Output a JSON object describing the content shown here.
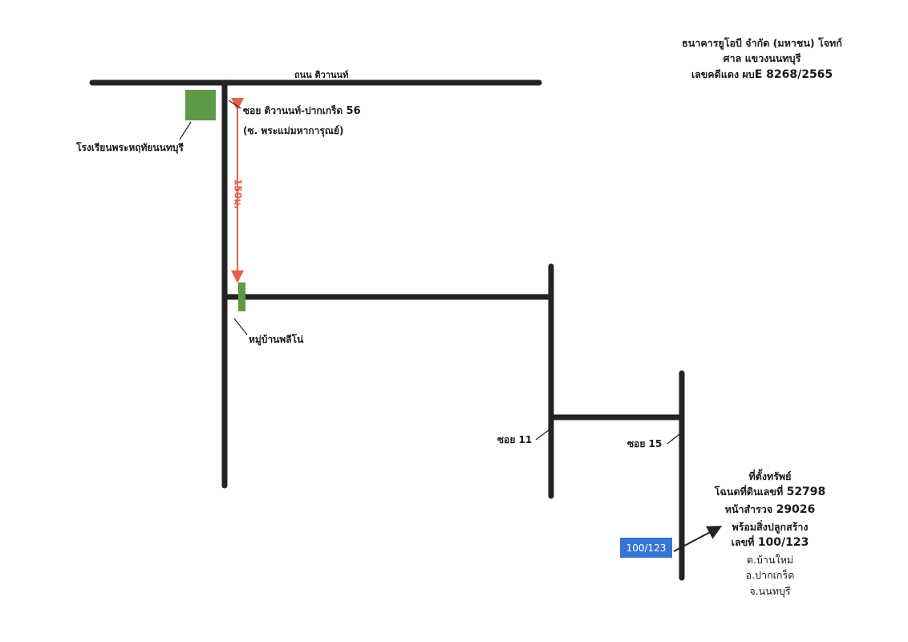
{
  "header": {
    "line1": "ธนาคารยูโอบี จำกัด (มหาชน)  โจทก์",
    "line2": "ศาล แขวงนนทบุรี",
    "line3_prefix": "เลขคดีแดง ผบ",
    "line3_number": "E 8268/2565"
  },
  "roads": {
    "main_road": "ถนน ติวานนท์",
    "soi_name_prefix": "ซอย ติวานนท์-ปากเกร็ด ",
    "soi_name_number": "56",
    "soi_alt_name": "(ซ. พระแม่มหาการุณย์)",
    "soi_11": "ซอย 11",
    "soi_15": "ซอย 15"
  },
  "landmarks": {
    "school": "โรงเรียนพระหฤทัยนนทบุรี",
    "village": "หมู่บ้านพลีโน่"
  },
  "distance_label": "150ม.",
  "property_marker": "100/123",
  "property_info": {
    "title": "ที่ตั้งทรัพย์",
    "deed_prefix": "โฉนดที่ดินเลขที่ ",
    "deed_number": "52798",
    "survey_prefix": "หน้าสำรวจ ",
    "survey_number": "29026",
    "with_buildings": "พร้อมสิ่งปลูกสร้าง",
    "house_prefix": "เลขที่ ",
    "house_number": "100/123",
    "subdistrict": "ต.บ้านใหม่",
    "district": "อ.ปากเกร็ด",
    "province": "จ.นนทบุรี"
  },
  "colors": {
    "road": "#232323",
    "landmark_green": "#5e9a45",
    "distance_red": "#e8604c",
    "marker_blue": "#3874d6"
  }
}
